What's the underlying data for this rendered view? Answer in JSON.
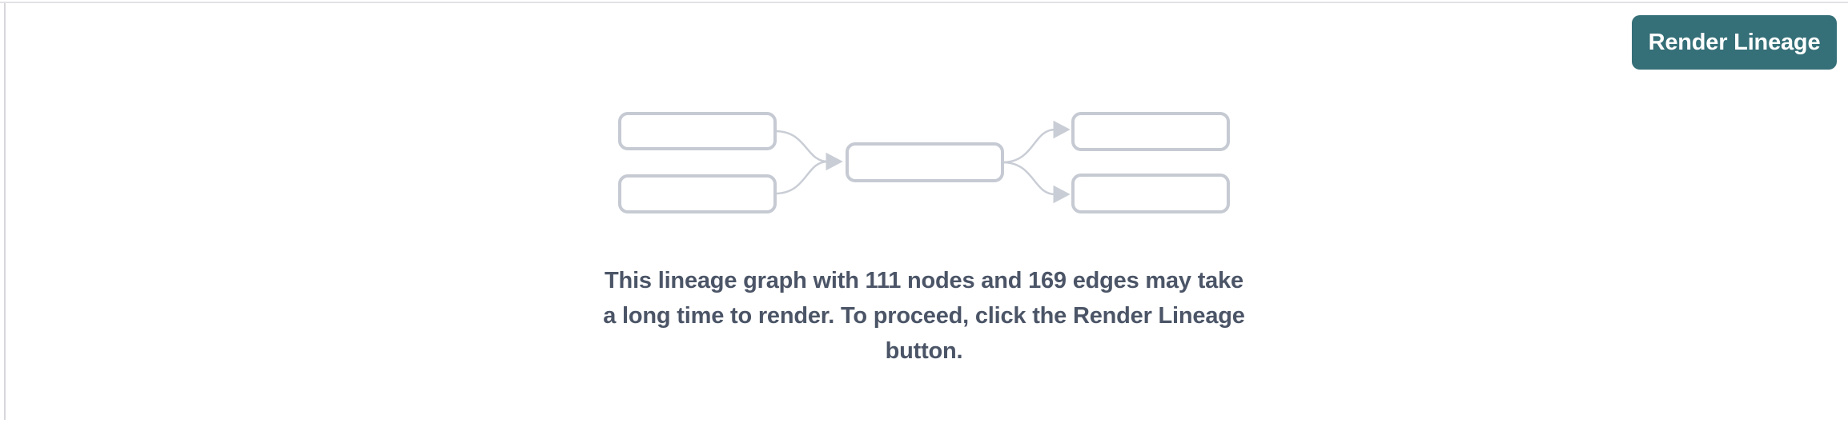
{
  "toolbar": {
    "render_button_label": "Render Lineage",
    "button_bg": "#356f78",
    "button_text_color": "#ffffff"
  },
  "empty_state": {
    "message": "This lineage graph with 111 nodes and 169 edges may take\na long time to render. To proceed, click the Render Lineage\nbutton.",
    "node_count": "111",
    "edge_count": "169",
    "text_color": "#4b5567"
  },
  "panel": {
    "background": "#ffffff",
    "top_border_color": "#e2e2e6",
    "left_border_color": "#d7d7db",
    "graphic_box_stroke": "#c6cad3",
    "graphic_edge_stroke": "#c9cdd5"
  }
}
